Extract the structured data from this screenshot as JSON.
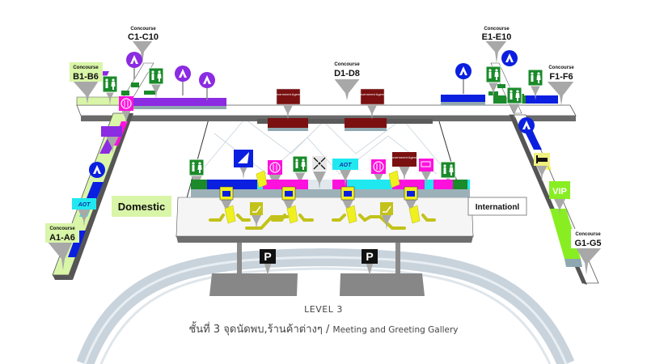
{
  "map": {
    "title": "LEVEL 3",
    "subtitle_th": "ชั้นที่ 3 จุดนัดพบ,ร้านค้าต่างๆ",
    "subtitle_sep": "/",
    "subtitle_en": "Meeting and Greeting Gallery",
    "zones": {
      "domestic": "Domestic",
      "international": "Internationl",
      "vip": "VIP"
    },
    "concourses": [
      {
        "id": "A",
        "prefix": "Concourse",
        "range": "A1-A6"
      },
      {
        "id": "B",
        "prefix": "Concourse",
        "range": "B1-B6"
      },
      {
        "id": "C",
        "prefix": "Concourse",
        "range": "C1-C10"
      },
      {
        "id": "D",
        "prefix": "Concourse",
        "range": "D1-D8"
      },
      {
        "id": "E",
        "prefix": "Concourse",
        "range": "E1-E10"
      },
      {
        "id": "F",
        "prefix": "Concourse",
        "range": "F1-F6"
      },
      {
        "id": "G",
        "prefix": "Concourse",
        "range": "G1-G5"
      }
    ],
    "signs": {
      "government_agency": "Government Agency",
      "aot": "AOT",
      "parking": "P"
    },
    "colors": {
      "domestic_pier": "#d9f5a8",
      "purple": "#8b2be2",
      "blue": "#0b1fe0",
      "green_restroom": "#1a8a2a",
      "magenta": "#ff11dd",
      "cyan": "#20e8f0",
      "yellow": "#f0f020",
      "olive": "#c2c21a",
      "maroon": "#7a1010",
      "vip_green": "#88ee22",
      "grey_floor": "#8a8a8a",
      "road": "#c8d3dc"
    }
  }
}
